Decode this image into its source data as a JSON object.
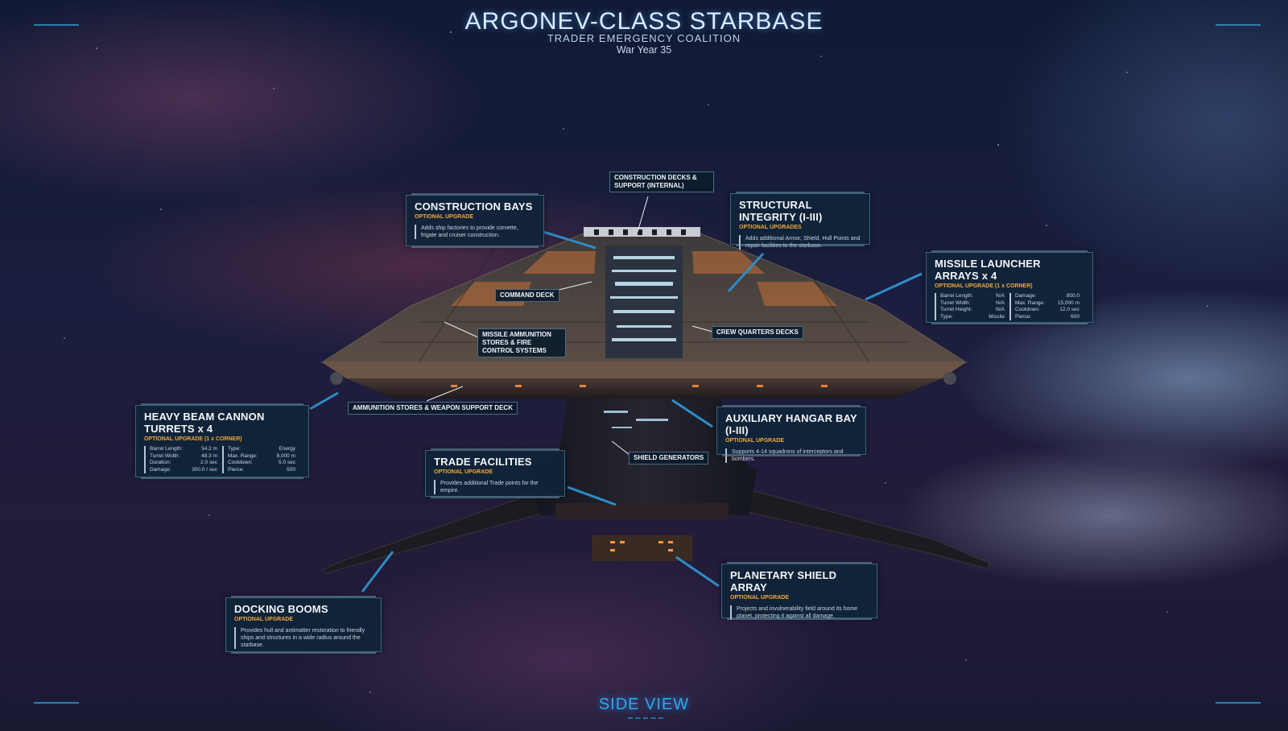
{
  "header": {
    "title": "ARGONEV-CLASS STARBASE",
    "faction": "TRADER EMERGENCY COALITION",
    "era": "War Year 35"
  },
  "footer": {
    "view_label": "SIDE VIEW"
  },
  "colors": {
    "accent": "#2ea8f0",
    "upgrade": "#f0a93a",
    "panel": "#10243a"
  },
  "cards": {
    "construction_bays": {
      "title": "CONSTRUCTION BAYS",
      "subtitle": "OPTIONAL UPGRADE",
      "desc": "Adds ship factories to provide corvette, frigate and cruiser construction."
    },
    "structural_integrity": {
      "title": "STRUCTURAL INTEGRITY (I-III)",
      "subtitle": "OPTIONAL UPGRADES",
      "desc": "Adds additional Armor, Shield, Hull Points and repair facilities to the starbase."
    },
    "missile_launcher": {
      "title": "MISSILE LAUNCHER ARRAYS x 4",
      "subtitle": "OPTIONAL UPGRADE (1 x CORNER)",
      "left": [
        [
          "Barrel Length:",
          "N/A"
        ],
        [
          "Turret Width:",
          "N/A"
        ],
        [
          "Turret Height:",
          "N/A"
        ],
        [
          "Type:",
          "Missile"
        ]
      ],
      "right": [
        [
          "Damage:",
          "850.0"
        ],
        [
          "Max. Range:",
          "15,000 m"
        ],
        [
          "Cooldown:",
          "12.0 sec"
        ],
        [
          "Pierce:",
          "600"
        ]
      ]
    },
    "heavy_beam": {
      "title": "HEAVY BEAM CANNON TURRETS x 4",
      "subtitle": "OPTIONAL UPGRADE (1 x CORNER)",
      "left": [
        [
          "Barrel Length:",
          "54.2 m"
        ],
        [
          "Turret Width:",
          "48.3 m"
        ],
        [
          "Duration:",
          "2.0 sec"
        ],
        [
          "Damage:",
          "300.0 / sec"
        ]
      ],
      "right": [
        [
          "Type:",
          "Energy"
        ],
        [
          "Max. Range:",
          "8,000 m"
        ],
        [
          "Cooldown:",
          "5.0 sec"
        ],
        [
          "Pierce:",
          "500"
        ]
      ]
    },
    "aux_hangar": {
      "title": "AUXILIARY HANGAR BAY (I-III)",
      "subtitle": "OPTIONAL UPGRADE",
      "desc": "Supports 4-14 squadrons of interceptors and bombers."
    },
    "trade": {
      "title": "TRADE FACILITIES",
      "subtitle": "OPTIONAL UPGRADE",
      "desc": "Provides additional Trade points for the empire."
    },
    "docking": {
      "title": "DOCKING BOOMS",
      "subtitle": "OPTIONAL UPGRADE",
      "desc": "Provides hull and antimatter restoration to friendly ships and structures in a wide radius around the starbase."
    },
    "planetary_shield": {
      "title": "PLANETARY SHIELD ARRAY",
      "subtitle": "OPTIONAL UPGRADE",
      "desc": "Projects and invulnerability field around its home planet, protecting it against all damage."
    }
  },
  "labels": {
    "construction_decks": "CONSTRUCTION DECKS & SUPPORT (INTERNAL)",
    "command_deck": "COMMAND DECK",
    "missile_ammo": "MISSILE AMMUNITION STORES & FIRE CONTROL SYSTEMS",
    "crew_quarters": "CREW QUARTERS DECKS",
    "ammo_stores": "AMMUNITION STORES & WEAPON SUPPORT DECK",
    "shield_generators": "SHIELD GENERATORS"
  }
}
